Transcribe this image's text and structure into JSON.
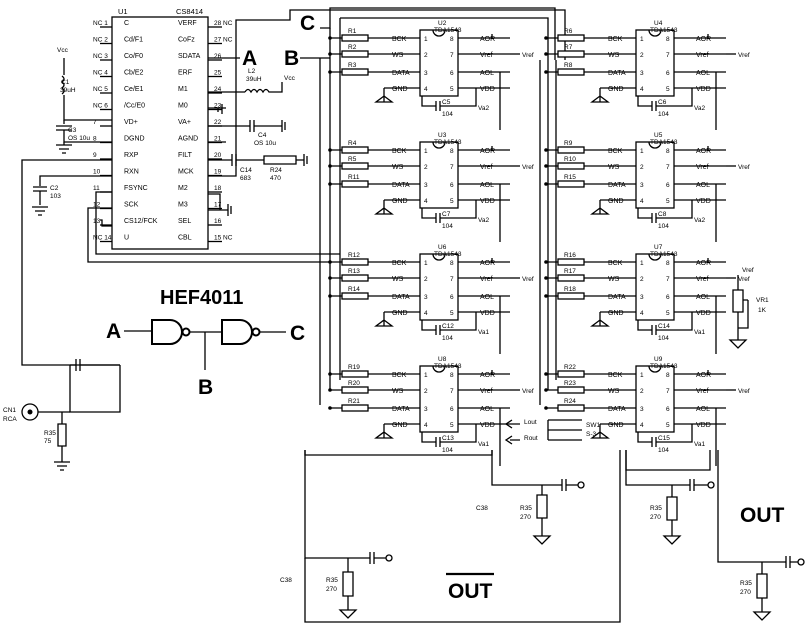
{
  "u1": {
    "ref": "U1",
    "part": "CS8414",
    "left_pins": [
      {
        "num": "NC 1",
        "name": "C"
      },
      {
        "num": "NC 2",
        "name": "Cd/F1"
      },
      {
        "num": "NC 3",
        "name": "Co/F0"
      },
      {
        "num": "NC 4",
        "name": "Cb/E2"
      },
      {
        "num": "NC 5",
        "name": "Ce/E1"
      },
      {
        "num": "NC 6",
        "name": "/Cc/E0"
      },
      {
        "num": "7",
        "name": "VD+"
      },
      {
        "num": "8",
        "name": "DGND"
      },
      {
        "num": "9",
        "name": "RXP"
      },
      {
        "num": "10",
        "name": "RXN"
      },
      {
        "num": "11",
        "name": "FSYNC"
      },
      {
        "num": "12",
        "name": "SCK"
      },
      {
        "num": "13",
        "name": "CS12/FCK"
      },
      {
        "num": "NC 14",
        "name": "U"
      }
    ],
    "right_pins": [
      {
        "num": "28 NC",
        "name": "VERF"
      },
      {
        "num": "27 NC",
        "name": "CoFz"
      },
      {
        "num": "26",
        "name": "SDATA"
      },
      {
        "num": "25",
        "name": "ERF"
      },
      {
        "num": "24",
        "name": "M1"
      },
      {
        "num": "23",
        "name": "M0"
      },
      {
        "num": "22",
        "name": "VA+"
      },
      {
        "num": "21",
        "name": "AGND"
      },
      {
        "num": "20",
        "name": "FILT"
      },
      {
        "num": "19",
        "name": "MCK"
      },
      {
        "num": "18",
        "name": "M2"
      },
      {
        "num": "17",
        "name": "M3"
      },
      {
        "num": "16",
        "name": "SEL"
      },
      {
        "num": "15 NC",
        "name": "CBL"
      }
    ]
  },
  "dacs": [
    {
      "ref": "U2",
      "part": "TDA1543",
      "r": [
        "R1",
        "R2",
        "R3"
      ],
      "cap": "C5",
      "cap_val": "104",
      "supply": "Va2",
      "out_pin": "Vref"
    },
    {
      "ref": "U3",
      "part": "TDA1543",
      "r": [
        "R4",
        "R5",
        "R11"
      ],
      "cap": "C7",
      "cap_val": "104",
      "supply": "Va2",
      "out_pin": "Vref"
    },
    {
      "ref": "U6",
      "part": "TDA1543",
      "r": [
        "R12",
        "R13",
        "R14"
      ],
      "cap": "C12",
      "cap_val": "104",
      "supply": "Va1",
      "out_pin": "Vref"
    },
    {
      "ref": "U8",
      "part": "TDA1543",
      "r": [
        "R19",
        "R20",
        "R21"
      ],
      "cap": "C13",
      "cap_val": "104",
      "supply": "Va1",
      "out_pin": "Vref"
    },
    {
      "ref": "U4",
      "part": "TDA1543",
      "r": [
        "R6",
        "R7",
        "R8"
      ],
      "cap": "C6",
      "cap_val": "104",
      "supply": "Va2",
      "out_pin": "Vref"
    },
    {
      "ref": "U5",
      "part": "TDA1543",
      "r": [
        "R9",
        "R10",
        "R15"
      ],
      "cap": "C8",
      "cap_val": "104",
      "supply": "Va2",
      "out_pin": "Vref"
    },
    {
      "ref": "U7",
      "part": "TDA1543",
      "r": [
        "R16",
        "R17",
        "R18"
      ],
      "cap": "C14",
      "cap_val": "104",
      "supply": "Va1",
      "out_pin": "Vref"
    },
    {
      "ref": "U9",
      "part": "TDA1543",
      "r": [
        "R22",
        "R23",
        "R24"
      ],
      "cap": "C15",
      "cap_val": "104",
      "supply": "Va1",
      "out_pin": "Vref"
    }
  ],
  "dac_pins": {
    "left": [
      "BCK",
      "WS",
      "DATA",
      "GND"
    ],
    "right": [
      "AOR",
      "Vref",
      "AOL",
      "VDD"
    ],
    "left_nums": [
      "1",
      "2",
      "3",
      "4"
    ],
    "right_nums": [
      "8",
      "7",
      "6",
      "5"
    ]
  },
  "labels": {
    "A": "A",
    "B": "B",
    "C": "C",
    "gate_title": "HEF4011",
    "out": "OUT",
    "out_bar": "OUT",
    "vcc": "Vcc",
    "vref": "Vref"
  },
  "components": {
    "C1": {
      "ref": "C1",
      "value": "39uH"
    },
    "L2": {
      "ref": "L2",
      "value": "39uH"
    },
    "C3": {
      "ref": "C3",
      "value": "OS 10u"
    },
    "C4": {
      "ref": "C4",
      "value": "OS 10u"
    },
    "C14_filt": {
      "ref": "C14",
      "value": "683"
    },
    "R24_filt": {
      "ref": "R24",
      "value": "470"
    },
    "C2": {
      "ref": "C2",
      "value": "103"
    },
    "CN1": {
      "ref": "CN1",
      "value": "RCA"
    },
    "R35_in": {
      "ref": "R35",
      "value": "75"
    },
    "SW1": {
      "ref": "SW1",
      "value": "S-3"
    },
    "sw_l": "Lout",
    "sw_r": "Rout",
    "VR1": {
      "ref": "VR1",
      "value": "1K"
    },
    "C38a": {
      "ref": "C38",
      "value": ""
    },
    "C38b": {
      "ref": "C38",
      "value": ""
    },
    "R35a": {
      "ref": "R35",
      "value": "270"
    },
    "R35b": {
      "ref": "R35",
      "value": "270"
    },
    "R35c": {
      "ref": "R35",
      "value": "270"
    },
    "R35d": {
      "ref": "R35",
      "value": "270"
    }
  }
}
